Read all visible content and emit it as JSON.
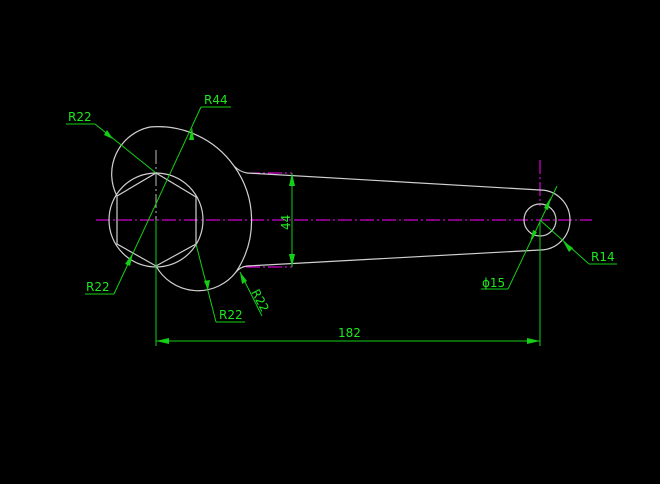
{
  "drawing": {
    "title": "Wrench drawing",
    "colors": {
      "geometry": "#d0d0d0",
      "centerline": "#ff00ff",
      "dimension": "#14d014",
      "background": "#000000"
    },
    "labels": {
      "r22_top_left": "R22",
      "r44": "R44",
      "r22_bottom_left": "R22",
      "r22_bottom_right": "R22",
      "r22_fillet": "R22",
      "width_44": "44",
      "length_182": "182",
      "dia_15": "ϕ15",
      "r14": "R14"
    }
  }
}
